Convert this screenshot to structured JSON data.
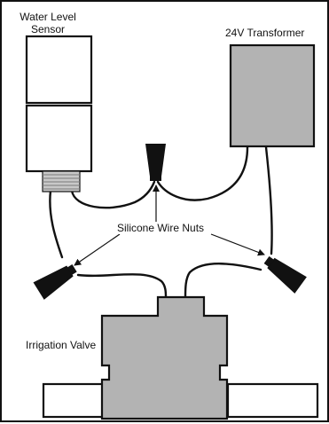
{
  "labels": {
    "sensor_line1": "Water Level",
    "sensor_line2": "Sensor",
    "transformer": "24V Transformer",
    "wire_nuts": "Silicone Wire Nuts",
    "valve": "Irrigation Valve"
  },
  "colors": {
    "outline": "#111111",
    "fill_gray": "#b3b3b3",
    "wire_nut": "#111111",
    "background": "#ffffff"
  }
}
